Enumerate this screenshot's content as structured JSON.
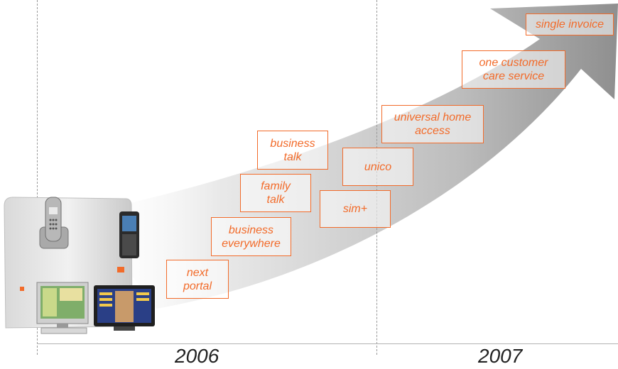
{
  "timeline": {
    "years": [
      "2006",
      "2007"
    ]
  },
  "services": [
    {
      "label": "next\nportal"
    },
    {
      "label": "business\neverywhere"
    },
    {
      "label": "family\ntalk"
    },
    {
      "label": "business\ntalk"
    },
    {
      "label": "sim+"
    },
    {
      "label": "unico"
    },
    {
      "label": "universal home\naccess"
    },
    {
      "label": "one customer\ncare service"
    },
    {
      "label": "single invoice"
    }
  ],
  "colors": {
    "accent": "#f26b2a",
    "arrow": "#a6a6a6"
  },
  "devices": [
    "home-gateway",
    "cordless-phone",
    "mobile-phone",
    "desktop-computer",
    "flat-screen-tv"
  ]
}
